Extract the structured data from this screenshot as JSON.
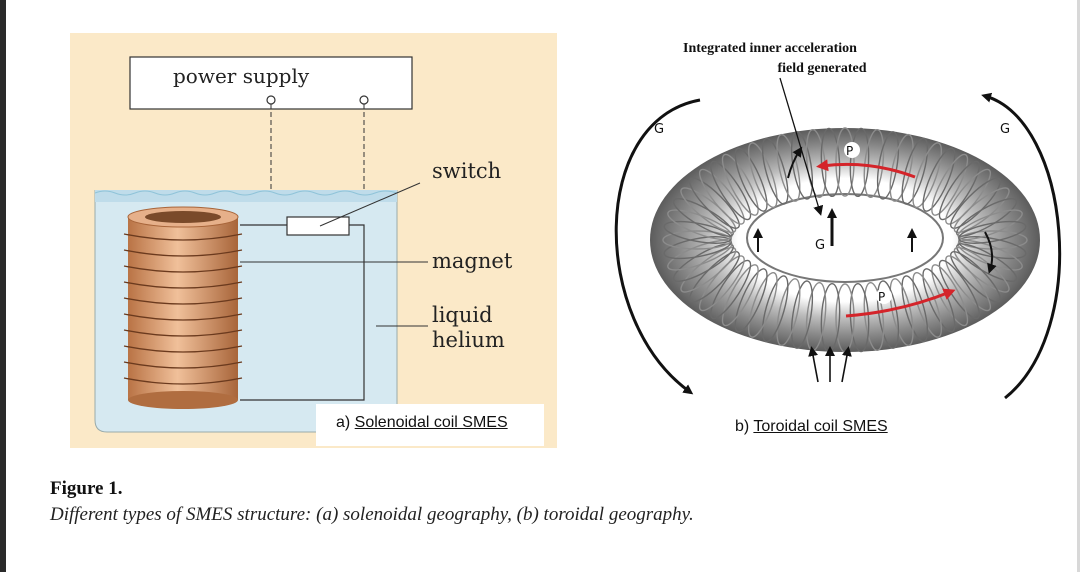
{
  "solenoid": {
    "power_supply": "power supply",
    "switch": "switch",
    "magnet": "magnet",
    "liquid": "liquid",
    "helium": "helium",
    "sub_prefix": "a) ",
    "sub_title": "Solenoidal coil SMES"
  },
  "toroid": {
    "note_line1": "Integrated inner acceleration",
    "note_line2": "field generated",
    "g_label": "G",
    "p_label": "P",
    "sub_prefix": "b) ",
    "sub_title": "Toroidal coil SMES"
  },
  "caption": {
    "title": "Figure 1.",
    "text": "Different types of SMES structure: (a) solenoidal geography, (b) toroidal geography."
  },
  "colors": {
    "panel_bg": "#fbe9c8",
    "liquid": "#d6e9f1",
    "copper": "#c8865a",
    "arrow_red": "#d4242a",
    "coil_grey": "#9a9a9a"
  }
}
